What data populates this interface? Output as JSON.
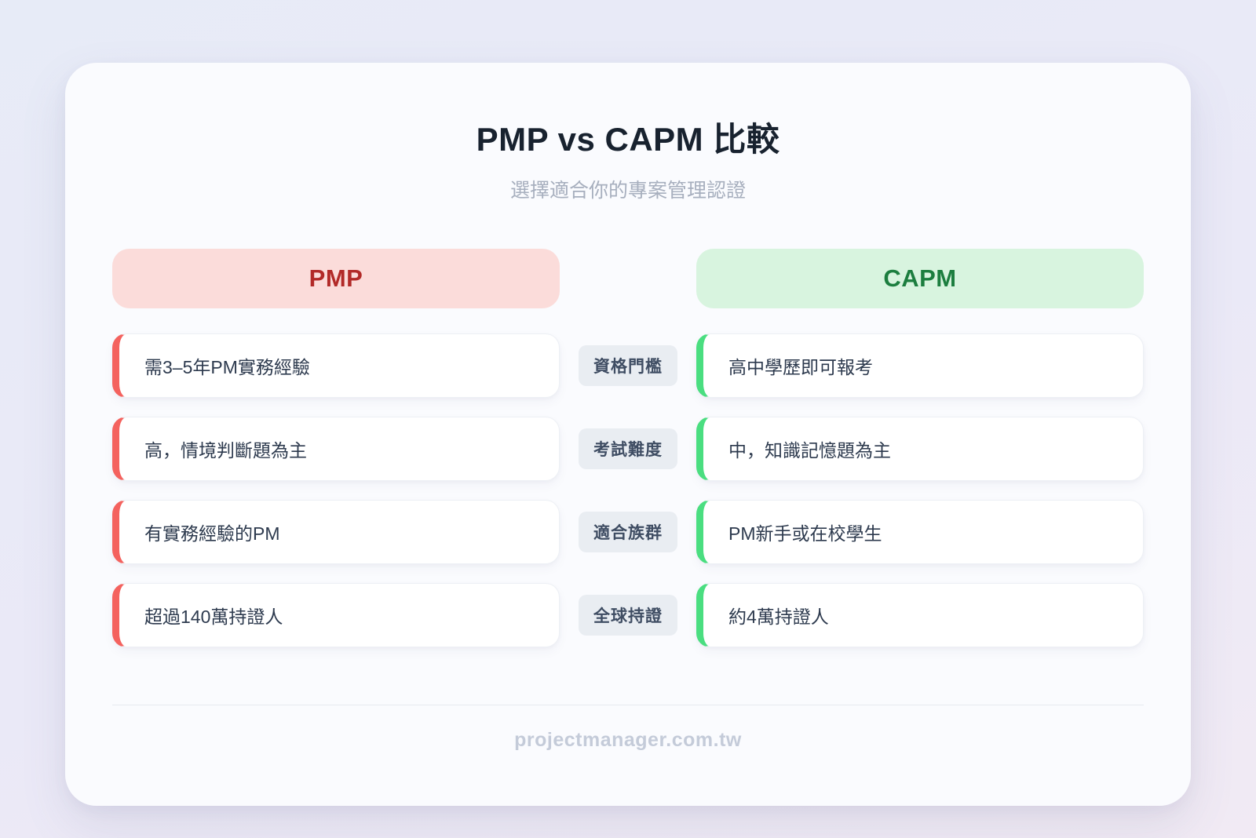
{
  "page": {
    "title": "PMP vs CAPM 比較",
    "subtitle": "選擇適合你的專案管理認證",
    "footer": "projectmanager.com.tw"
  },
  "columns": {
    "left": {
      "label": "PMP",
      "accent_color": "#f4625e",
      "header_bg": "#fbdcda",
      "header_text_color": "#b22a28"
    },
    "right": {
      "label": "CAPM",
      "accent_color": "#4ade80",
      "header_bg": "#d8f4df",
      "header_text_color": "#1c7e3f"
    }
  },
  "rows": [
    {
      "category": "資格門檻",
      "pmp": "需3–5年PM實務經驗",
      "capm": "高中學歷即可報考"
    },
    {
      "category": "考試難度",
      "pmp": "高，情境判斷題為主",
      "capm": "中，知識記憶題為主"
    },
    {
      "category": "適合族群",
      "pmp": "有實務經驗的PM",
      "capm": "PM新手或在校學生"
    },
    {
      "category": "全球持證",
      "pmp": "超過140萬持證人",
      "capm": "約4萬持證人"
    }
  ]
}
